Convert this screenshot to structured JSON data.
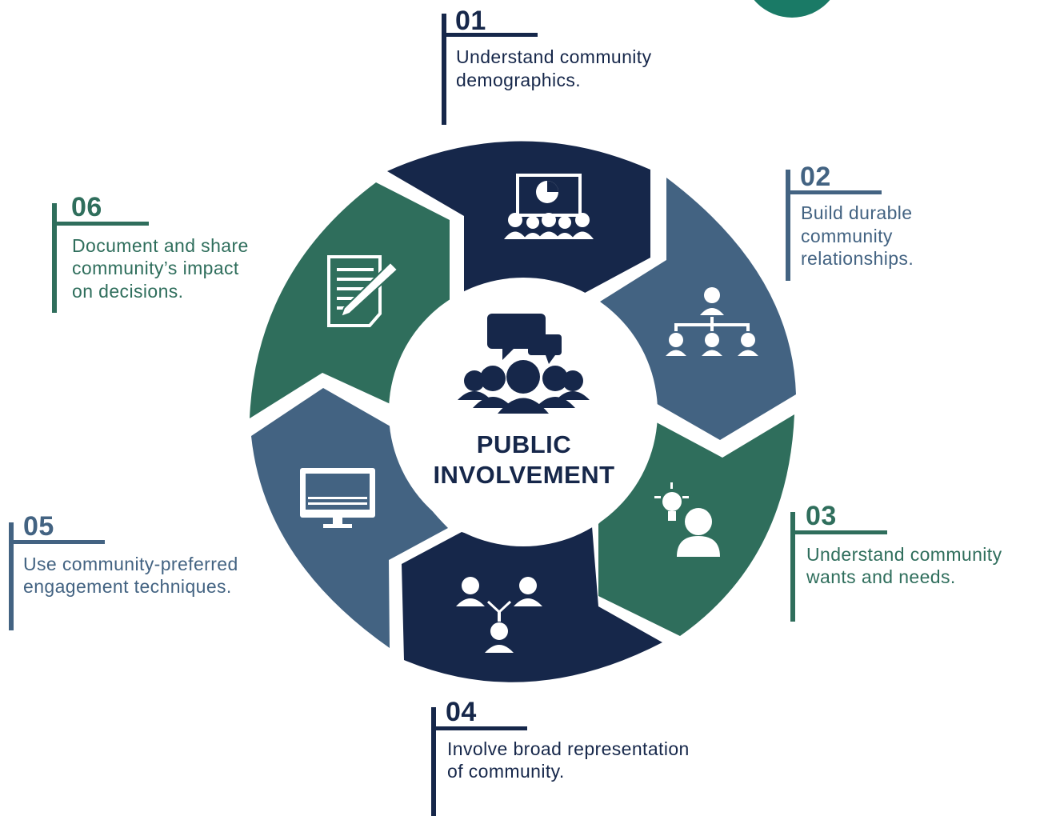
{
  "center": {
    "title_line1": "PUBLIC",
    "title_line2": "INVOLVEMENT",
    "icon": "people-discussion-icon"
  },
  "steps": [
    {
      "number": "01",
      "line1": "Understand community",
      "line2": "demographics.",
      "line3": "",
      "color": "#16274a",
      "icon": "presentation-audience-icon"
    },
    {
      "number": "02",
      "line1": "Build durable",
      "line2": "community",
      "line3": "relationships.",
      "color": "#436382",
      "icon": "org-chart-icon"
    },
    {
      "number": "03",
      "line1": "Understand community",
      "line2": "wants and needs.",
      "line3": "",
      "color": "#2f6e5c",
      "icon": "person-lightbulb-icon"
    },
    {
      "number": "04",
      "line1": "Involve broad representation",
      "line2": "of community.",
      "line3": "",
      "color": "#16274a",
      "icon": "people-network-icon"
    },
    {
      "number": "05",
      "line1": "Use community-preferred",
      "line2": "engagement techniques.",
      "line3": "",
      "color": "#436382",
      "icon": "computer-monitor-icon"
    },
    {
      "number": "06",
      "line1": "Document and share",
      "line2": "community’s impact",
      "line3": "on decisions.",
      "color": "#2f6e5c",
      "icon": "document-pen-icon"
    }
  ]
}
